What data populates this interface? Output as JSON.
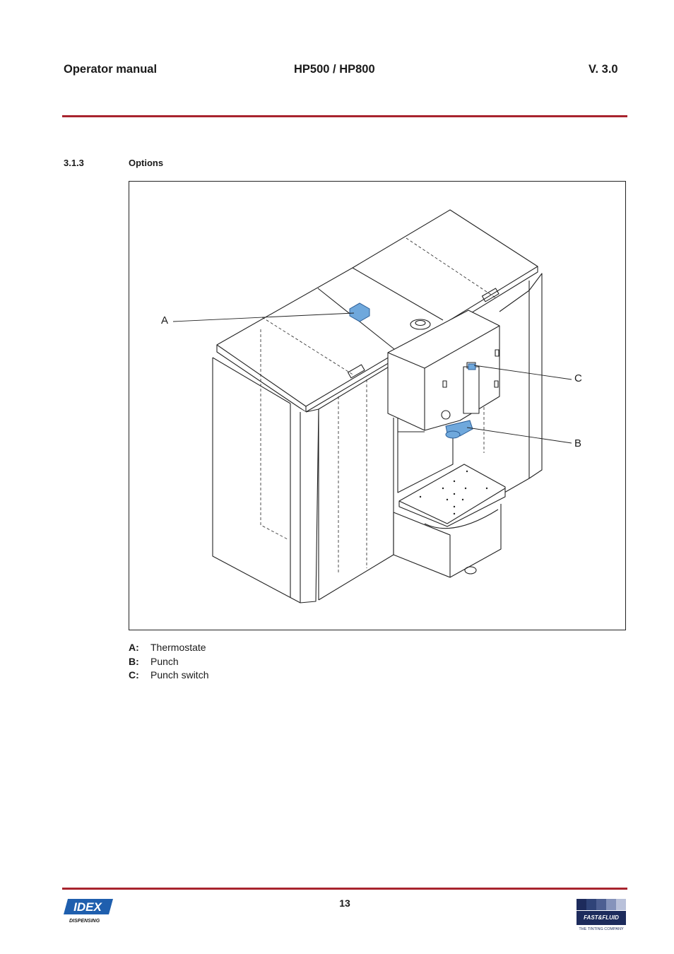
{
  "header": {
    "title": "Operator manual",
    "model": "HP500 / HP800",
    "version": "V. 3.0"
  },
  "section": {
    "number": "3.1.3",
    "title": "Options"
  },
  "figure": {
    "callouts": {
      "a": "A",
      "b": "B",
      "c": "C"
    },
    "highlight_color": "#6fa8dc"
  },
  "legend": [
    {
      "key": "A:",
      "label": "Thermostate"
    },
    {
      "key": "B:",
      "label": "Punch"
    },
    {
      "key": "C:",
      "label": "Punch switch"
    }
  ],
  "footer": {
    "page_number": "13",
    "left_logo": {
      "word": "IDEX",
      "subtitle": "DISPENSING"
    },
    "right_logo": {
      "word": "FAST&FLUID",
      "tagline": "THE TINTING COMPANY"
    }
  },
  "colors": {
    "rule": "#a8242e",
    "idex_blue": "#1f5fae",
    "ff_navy": "#1d2b5c"
  }
}
